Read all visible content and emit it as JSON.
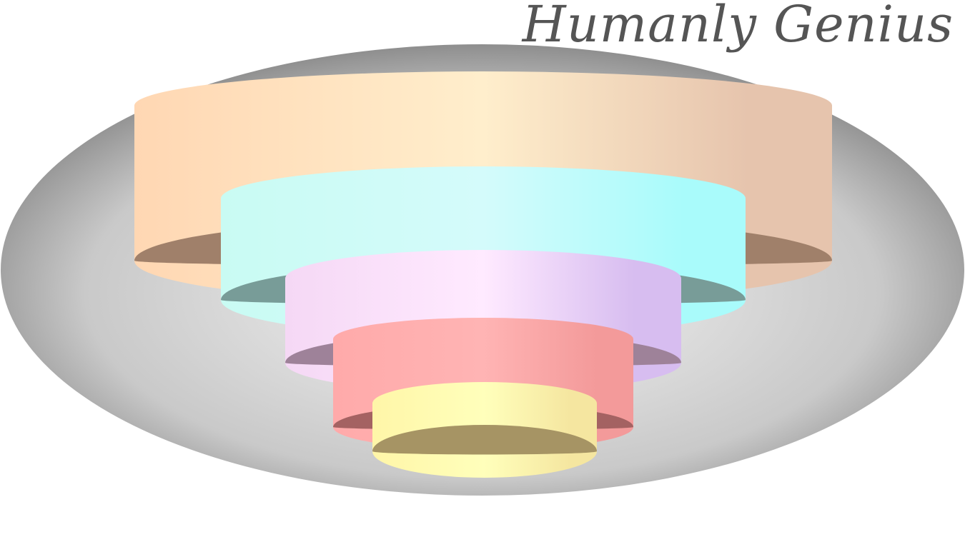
{
  "title": "Humanly Genius",
  "colors": {
    "title": "#555555",
    "base_light": "#f4f4f4",
    "base_dark": "#8e8e8e"
  },
  "layers": [
    {
      "name": "layer-1",
      "rank": 1,
      "side_light": "#ffd7b3",
      "side_mid": "#ffeecc",
      "side_dark": "#e6c4ad",
      "top": "#a0806a"
    },
    {
      "name": "layer-2",
      "rank": 2,
      "side_light": "#c9fbf3",
      "side_mid": "#d4fbfb",
      "side_dark": "#a9fbfb",
      "top": "#789c98"
    },
    {
      "name": "layer-3",
      "rank": 3,
      "side_light": "#f5d8f5",
      "side_mid": "#ffeaff",
      "side_dark": "#d7bdf0",
      "top": "#9e8299"
    },
    {
      "name": "layer-4",
      "rank": 4,
      "side_light": "#ffaaaa",
      "side_mid": "#ffb4b4",
      "side_dark": "#f39a9a",
      "top": "#a46262"
    },
    {
      "name": "layer-5",
      "rank": 5,
      "side_light": "#fff6a8",
      "side_mid": "#ffffbb",
      "side_dark": "#f5e6a0",
      "top": "#a69464"
    }
  ]
}
